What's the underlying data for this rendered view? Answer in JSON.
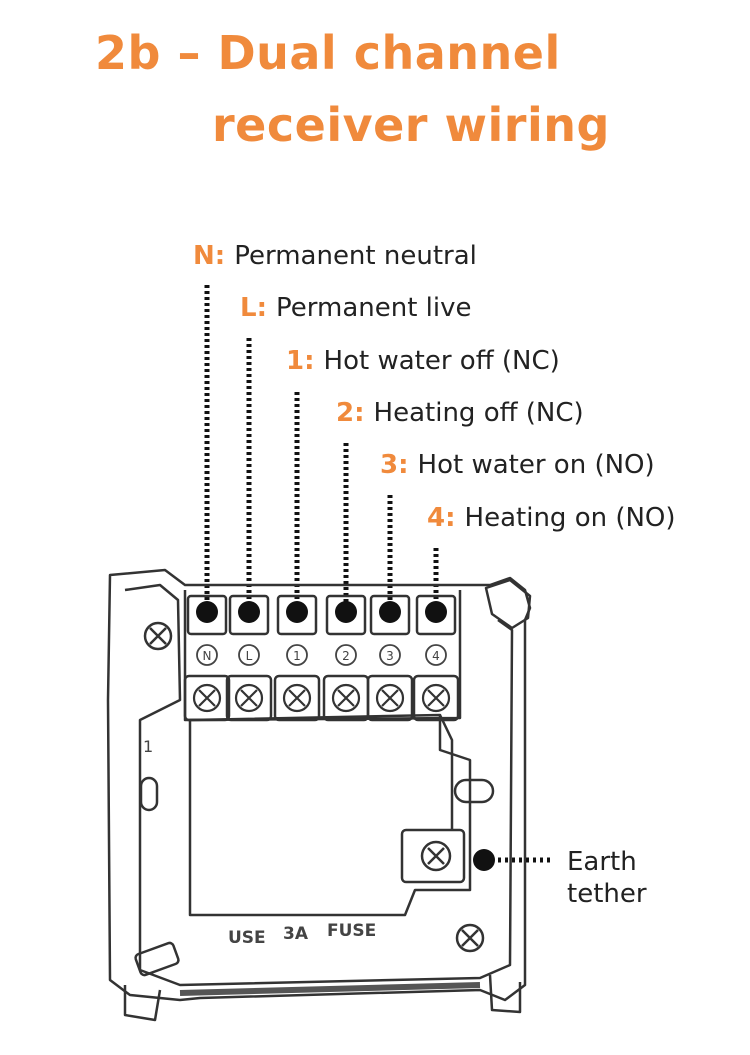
{
  "title": {
    "line1": "2b – Dual channel",
    "line2": "receiver wiring"
  },
  "colors": {
    "accent": "#F08A3C",
    "text": "#222222",
    "outline": "#333333"
  },
  "terminals": [
    {
      "code": "N",
      "sep": ":",
      "desc": "Permanent neutral",
      "marker": "N"
    },
    {
      "code": "L",
      "sep": ":",
      "desc": "Permanent live",
      "marker": "L"
    },
    {
      "code": "1",
      "sep": ":",
      "desc": "Hot water off (NC)",
      "marker": "1"
    },
    {
      "code": "2",
      "sep": ":",
      "desc": "Heating off (NC)",
      "marker": "2"
    },
    {
      "code": "3",
      "sep": ":",
      "desc": "Hot water on (NO)",
      "marker": "3"
    },
    {
      "code": "4",
      "sep": ":",
      "desc": "Heating on (NO)",
      "marker": "4"
    }
  ],
  "earth": {
    "line1": "Earth",
    "line2": "tether"
  },
  "board": {
    "side_mark": "1",
    "fuse_text": [
      "USE",
      "3A",
      "FUSE"
    ]
  }
}
